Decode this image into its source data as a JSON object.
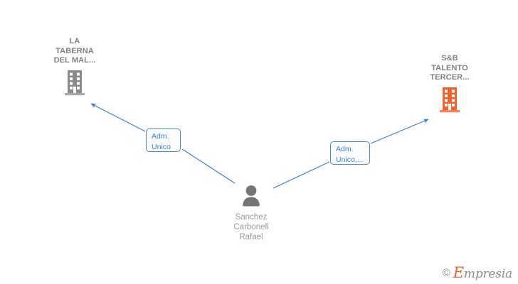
{
  "diagram": {
    "type": "corporate-relationship-graph",
    "background_color": "#ffffff",
    "nodes": [
      {
        "id": "company-left",
        "kind": "company",
        "label": "LA\nTABERNA\nDEL MAL...",
        "icon": "building-icon",
        "color": "#808080"
      },
      {
        "id": "company-right",
        "kind": "company",
        "label": "S&B\nTALENTO\nTERCER...",
        "icon": "building-icon",
        "color": "#f2622a"
      },
      {
        "id": "person-center",
        "kind": "person",
        "label": "Sanchez\nCarbonell\nRafael",
        "icon": "person-icon",
        "color": "#777777"
      }
    ],
    "edges": [
      {
        "id": "edge-left",
        "from": "person-center",
        "to": "company-left",
        "label": "Adm.\nUnico",
        "color": "#3f7fd0",
        "arrow": "to-target"
      },
      {
        "id": "edge-right",
        "from": "person-center",
        "to": "company-right",
        "label": "Adm.\nUnico,...",
        "color": "#3f7fd0",
        "arrow": "to-target"
      }
    ]
  },
  "watermark": {
    "copyright_symbol": "©",
    "brand_initial": "E",
    "brand_rest": "mpresia",
    "accent_color": "#f2622a"
  }
}
